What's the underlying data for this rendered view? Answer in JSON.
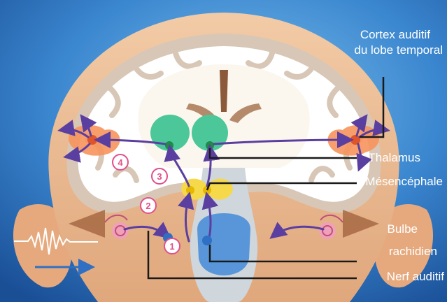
{
  "labels": {
    "cortex_line1": "Cortex auditif",
    "cortex_line2": "du lobe temporal",
    "thalamus": "Thalamus",
    "mesencephale": "Mésencéphale",
    "bulbe_line1": "Bulbe",
    "bulbe_line2": "rachidien",
    "nerf": "Nerf auditif"
  },
  "steps": [
    "1",
    "2",
    "3",
    "4"
  ],
  "colors": {
    "background": "#1f5fa8",
    "background_light": "#5fa8e0",
    "brain_white": "#ffffff",
    "brain_gray": "#d9cbbc",
    "skin": "#e8b58a",
    "thalamus": "#4cc79a",
    "mesencephale": "#f5d94a",
    "bulbe": "#3f86d6",
    "cortex": "#f47a3a",
    "pathway": "#5b3fa0",
    "step_number": "#e0508a"
  },
  "icons": [
    "sound-wave-icon",
    "arrow-right-icon"
  ]
}
